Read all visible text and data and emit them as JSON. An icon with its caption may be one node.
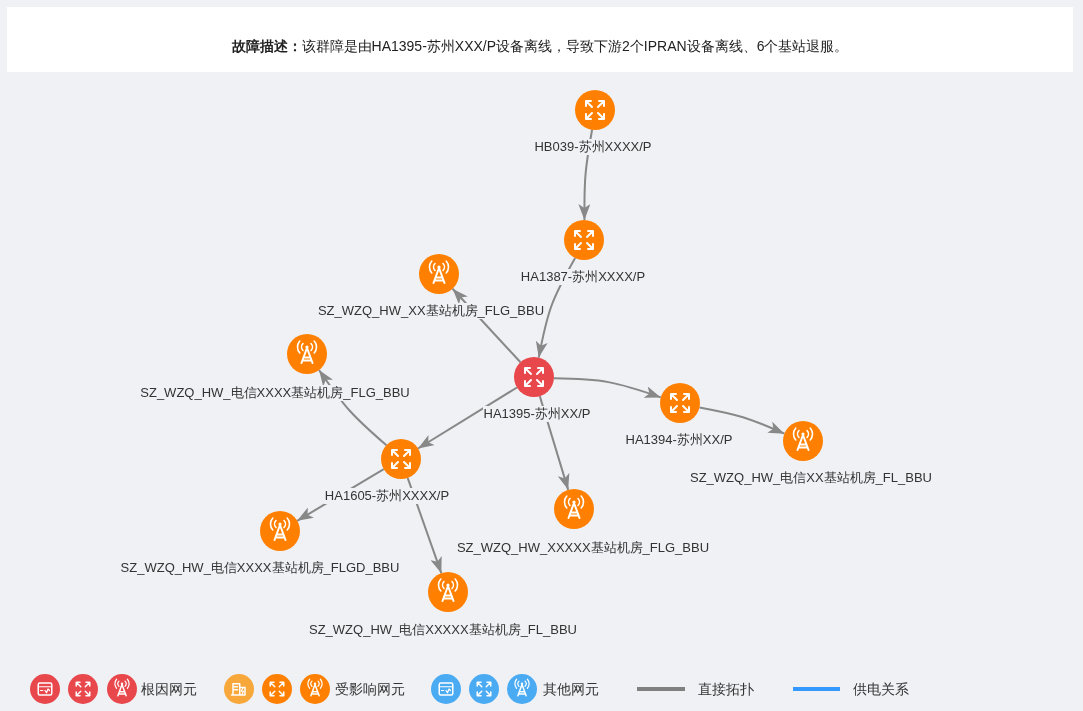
{
  "diagram": {
    "title": "**故障描述：**该群障是由HA1395-苏州XXX/P设备离线，导致下游2个IPRAN设备离线、6个基站退服。",
    "nodes": [
      {
        "text": [
          "HB039-苏州XXXX/P"
        ]
      },
      {
        "text": [
          "HA1387-苏州XXXX/P"
        ]
      },
      {
        "text": [
          "SZ_WZQ_HW_XX基站机房_FLG_BBU"
        ]
      },
      {
        "text": [
          "SZ_WZQ_HW_电信XXXX基站机房_FLG_BBU"
        ]
      },
      {
        "text": [
          "HA1395-苏州XX/P"
        ]
      },
      {
        "text": [
          "HA1394-苏州XX/P"
        ]
      },
      {
        "text": [
          "SZ_WZQ_HW_电信XX基站机房_FL_BBU"
        ]
      },
      {
        "text": [
          "HA1605-苏州XXXX/P"
        ]
      },
      {
        "text": [
          "SZ_WZQ_HW_XXXXX基站机房_FLG_BBU"
        ]
      },
      {
        "text": [
          "SZ_WZQ_HW_电信XXXX基站机房_FLGD_BBU"
        ]
      },
      {
        "text": [
          "SZ_WZQ_HW_电信XXXXX基站机房_FL_BBU"
        ]
      }
    ],
    "edges": [
      {
        "from": 0,
        "to": 1,
        "arrow": "to"
      },
      {
        "from": 1,
        "to": 4,
        "arrow": "to"
      },
      {
        "from": 4,
        "to": 2,
        "arrow": "to"
      },
      {
        "from": 4,
        "to": 5,
        "arrow": "to"
      },
      {
        "from": 5,
        "to": 6,
        "arrow": "to"
      },
      {
        "from": 4,
        "to": 7,
        "arrow": "to"
      },
      {
        "from": 4,
        "to": 8,
        "arrow": "to"
      },
      {
        "from": 7,
        "to": 3,
        "arrow": "to"
      },
      {
        "from": 7,
        "to": 9,
        "arrow": "to"
      },
      {
        "from": 7,
        "to": 10,
        "arrow": "to"
      }
    ],
    "legend": [
      {
        "text": "根因网元"
      },
      {
        "text": "受影响网元"
      },
      {
        "text": "其他网元"
      },
      {
        "text": "直接拓扑"
      },
      {
        "text": "供电关系"
      }
    ]
  }
}
